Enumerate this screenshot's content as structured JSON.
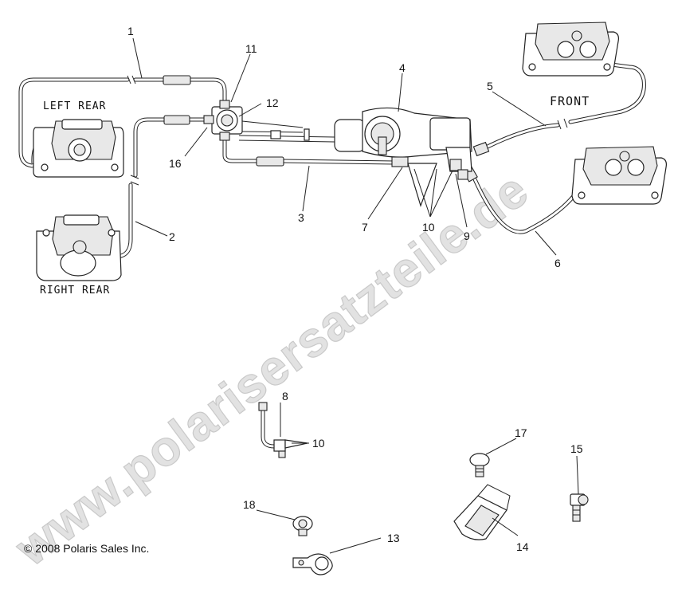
{
  "diagram": {
    "watermark": "www.polarisersatzteile.de",
    "copyright": "© 2008 Polaris Sales Inc.",
    "area_labels": {
      "left_rear": "LEFT REAR",
      "right_rear": "RIGHT REAR",
      "front": "FRONT"
    },
    "callouts": {
      "c1": "1",
      "c2": "2",
      "c3": "3",
      "c4": "4",
      "c5": "5",
      "c6": "6",
      "c7": "7",
      "c8": "8",
      "c9": "9",
      "c10a": "10",
      "c10b": "10",
      "c11": "11",
      "c12": "12",
      "c13": "13",
      "c14": "14",
      "c15": "15",
      "c16": "16",
      "c17": "17",
      "c18": "18"
    }
  }
}
